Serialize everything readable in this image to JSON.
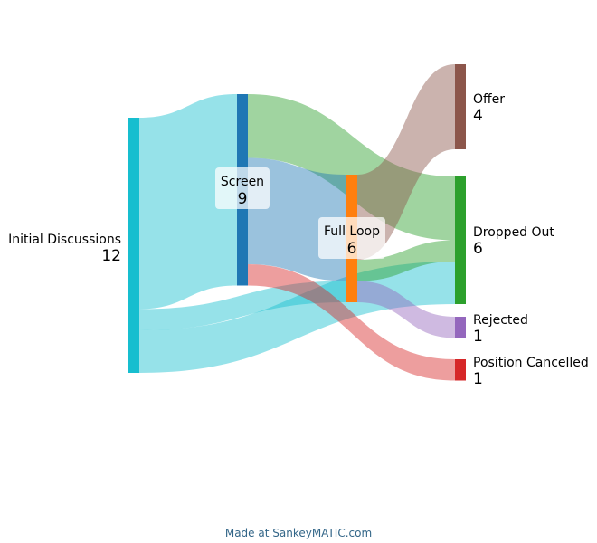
{
  "chart_data": {
    "type": "sankey",
    "nodes": [
      {
        "id": "initial",
        "name": "Initial Discussions",
        "value": 12,
        "color": "#17becf"
      },
      {
        "id": "screen",
        "name": "Screen",
        "value": 9,
        "color": "#1f77b4"
      },
      {
        "id": "fullloop",
        "name": "Full Loop",
        "value": 6,
        "color": "#ff7f0e"
      },
      {
        "id": "offer",
        "name": "Offer",
        "value": 4,
        "color": "#8c564b"
      },
      {
        "id": "dropped",
        "name": "Dropped Out",
        "value": 6,
        "color": "#2ca02c"
      },
      {
        "id": "rejected",
        "name": "Rejected",
        "value": 1,
        "color": "#9467bd"
      },
      {
        "id": "cancelled",
        "name": "Position Cancelled",
        "value": 1,
        "color": "#d62728"
      }
    ],
    "flows": [
      {
        "from": "initial",
        "to": "screen",
        "value": 9
      },
      {
        "from": "initial",
        "to": "fullloop",
        "value": 1
      },
      {
        "from": "initial",
        "to": "dropped",
        "value": 2
      },
      {
        "from": "screen",
        "to": "dropped",
        "value": 3
      },
      {
        "from": "screen",
        "to": "fullloop",
        "value": 5
      },
      {
        "from": "screen",
        "to": "cancelled",
        "value": 1
      },
      {
        "from": "fullloop",
        "to": "offer",
        "value": 4
      },
      {
        "from": "fullloop",
        "to": "dropped",
        "value": 1
      },
      {
        "from": "fullloop",
        "to": "rejected",
        "value": 1
      }
    ]
  },
  "footer": {
    "credit": "Made at SankeyMATIC.com"
  }
}
